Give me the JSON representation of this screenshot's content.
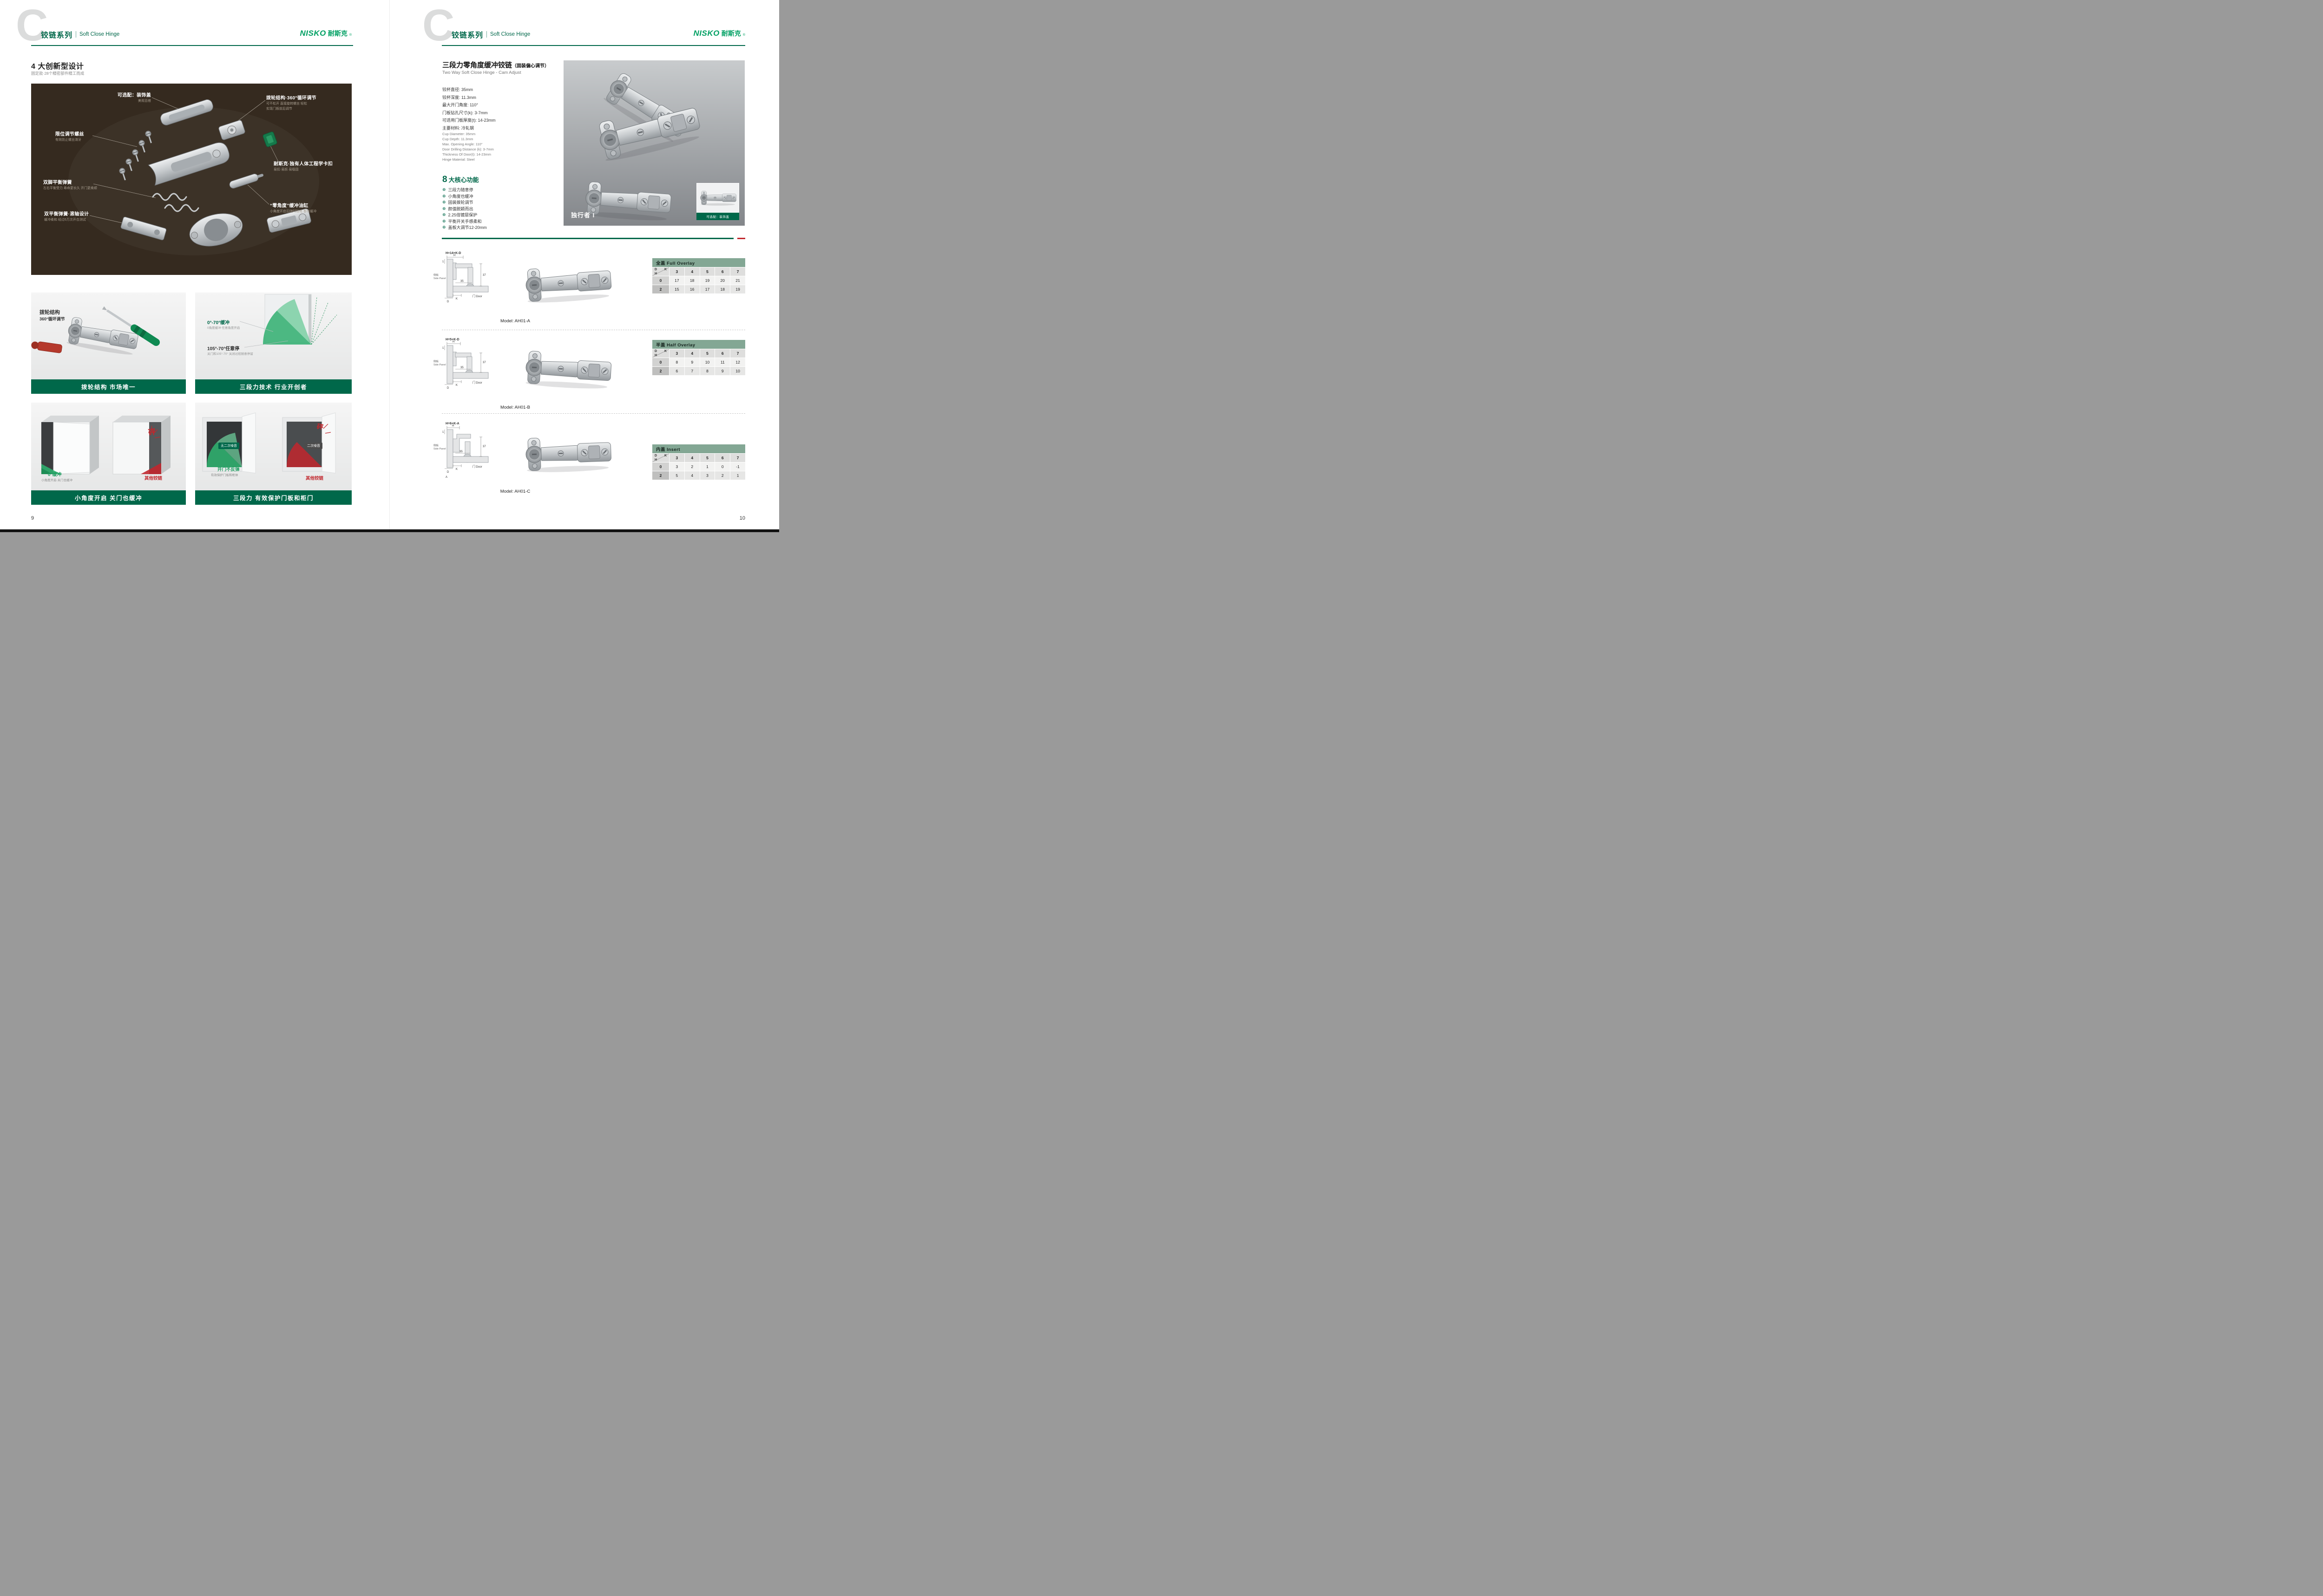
{
  "colors": {
    "accent": "#00684A",
    "logo_green": "#00A063",
    "dark_panel": "#352A1F",
    "red": "#C1272D",
    "table_header": "#83A794"
  },
  "header": {
    "watermark": "C",
    "series_cn": "铰链系列",
    "series_en": "Soft Close Hinge",
    "logo_en": "NISKO",
    "logo_cn": "耐斯克",
    "logo_reg": "®"
  },
  "left": {
    "page_number": "9",
    "title": "4 大创新型设计",
    "subtitle": "固定款·28个精密部件精工而成",
    "callouts": {
      "cover": {
        "t": "可选配：装饰盖",
        "d": "美观百搭"
      },
      "wheel": {
        "t": "拨轮结构·360°循环调节",
        "d": "可不松开 直接旋转螺丝 轻松",
        "d2": "实现门板前后调节"
      },
      "limit": {
        "t": "限位调节螺丝",
        "d": "有效防止螺丝滑牙"
      },
      "clip": {
        "t": "耐斯克·独有人体工程学卡扣",
        "d": "易扣·易拆·易稳固"
      },
      "spring": {
        "t": "双脚平衡弹簧",
        "d": "左右平衡受力 寿命更长久 开门更柔顺"
      },
      "roller": {
        "t": "双平衡弹簧·滚轴设计",
        "d": "缓冲柔和 经过6万次开合测试"
      },
      "damper": {
        "t": "“零角度”缓冲油缸",
        "d": "小角度开启后随时随地 都有缓冲"
      }
    },
    "panel1": {
      "l1": "拨轮结构",
      "l2": "360°循环调节",
      "caption": "拨轮结构 市场唯一"
    },
    "panel2": {
      "a_t": "0°-70°缓冲",
      "a_d": "0角度缓冲 任意角度开启",
      "b_t": "105°-70°任意停",
      "b_d": "关门和105°-70° 关闭过程随意停留",
      "caption": "三段力技术 行业开创者"
    },
    "panel3": {
      "a_t": "0°缓冲",
      "a_d": "小角度开启·关门也缓冲",
      "bang": "砰",
      "other": "其他铰链",
      "caption": "小角度开启 关门也缓冲"
    },
    "panel4": {
      "a_tag": "无二次噪音",
      "b_tag": "二次噪音",
      "bang": "砰",
      "a_t": "开门不反弹",
      "a_d": "有效保护门板和柜体",
      "other": "其他铰链",
      "caption": "三段力 有效保护门板和柜门"
    }
  },
  "right": {
    "page_number": "10",
    "title": "三段力零角度缓冲铰链",
    "title_note": "（固装偏心调节）",
    "subtitle": "Two Way Soft Close Hinge - Cam Adjust",
    "specs_cn": [
      "铰杯直径: 35mm",
      "铰杯深度: 11.3mm",
      "最大开门角度: 110°",
      "门板钻孔尺寸(k): 3-7mm",
      "可适用门板厚度(t): 14-23mm",
      "主要材料: 冷轧钢"
    ],
    "specs_en": [
      "Cup Diameter: 35mm",
      "Cup Depth: 11.3mm",
      "Max. Opening Angle: 110°",
      "Door Drilling Distance (k): 3-7mm",
      "Thickness Of Door(t): 14-23mm",
      "Hinge Material: Steel"
    ],
    "features_num": "8",
    "features_title": "大核心功能",
    "feature_icon": "⊕",
    "features": [
      "三段力随意停",
      "小角度也缓冲",
      "固装拨轮调节",
      "颜值脱颖而出",
      "2.25倍镀层保护",
      "平衡开关手感柔和",
      "盖板大调节12-20mm"
    ],
    "hero_name": "独行者 I",
    "hero_tag": "可选配：装饰盖",
    "drawing_labels": {
      "side_cn": "侧板",
      "side_en": "Side Panel",
      "h": "H",
      "v37": "37",
      "v35": "35",
      "door": "门 Door",
      "k": "K",
      "d": "D",
      "t": "1"
    },
    "models": [
      {
        "formula": "H=14+K-D",
        "name": "Model: AH01-A",
        "table": {
          "title": "全盖 Full Overlay",
          "corner_d": "D",
          "corner_k": "K",
          "corner_h": "H",
          "cols": [
            "3",
            "4",
            "5",
            "6",
            "7"
          ],
          "r1h": "0",
          "r1": [
            "17",
            "18",
            "19",
            "20",
            "21"
          ],
          "r2h": "2",
          "r2": [
            "15",
            "16",
            "17",
            "18",
            "19"
          ]
        }
      },
      {
        "formula": "H=5+K-D",
        "name": "Model: AH01-B",
        "table": {
          "title": "半盖 Half Overlay",
          "corner_d": "D",
          "corner_k": "K",
          "corner_h": "H",
          "cols": [
            "3",
            "4",
            "5",
            "6",
            "7"
          ],
          "r1h": "0",
          "r1": [
            "8",
            "9",
            "10",
            "11",
            "12"
          ],
          "r2h": "2",
          "r2": [
            "6",
            "7",
            "8",
            "9",
            "10"
          ]
        }
      },
      {
        "formula": "H=6+K-A",
        "name": "Model: AH01-C",
        "extra_label": "A",
        "table": {
          "title": "内盖 Insert",
          "corner_d": "D",
          "corner_k": "K",
          "corner_h": "H",
          "cols": [
            "3",
            "4",
            "5",
            "6",
            "7"
          ],
          "r1h": "0",
          "r1": [
            "3",
            "2",
            "1",
            "0",
            "-1"
          ],
          "r2h": "2",
          "r2": [
            "5",
            "4",
            "3",
            "2",
            "1"
          ]
        }
      }
    ]
  }
}
